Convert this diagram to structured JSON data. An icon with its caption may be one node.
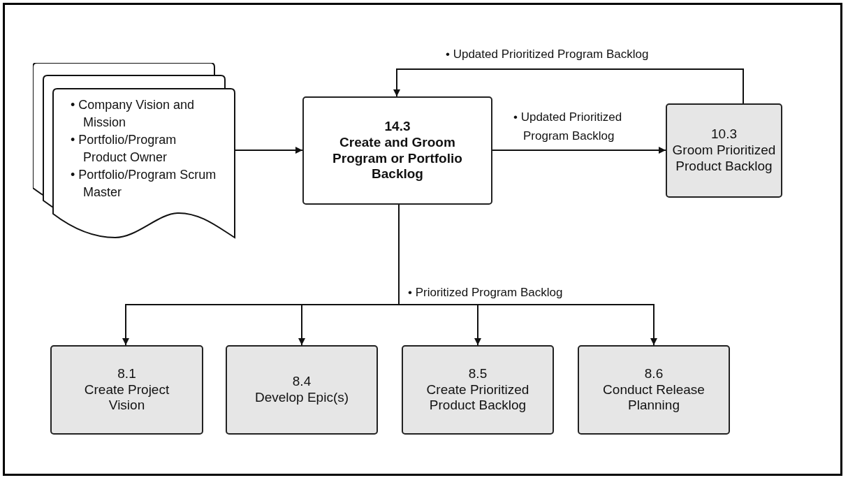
{
  "diagram": {
    "nodes": [
      {
        "text": [
          "• Company Vision and Mission",
          "• Portfolio/Program Product Owner",
          "• Portfolio/Program Scrum Master"
        ]
      },
      {
        "text": [
          "14.3",
          "Create and Groom Program or Portfolio Backlog"
        ]
      },
      {
        "text": [
          "10.3",
          "Groom Prioritized Product Backlog"
        ]
      },
      {
        "text": [
          "8.1",
          "Create Project Vision"
        ]
      },
      {
        "text": [
          "8.4",
          "Develop Epic(s)"
        ]
      },
      {
        "text": [
          "8.5",
          "Create Prioritized Product Backlog"
        ]
      },
      {
        "text": [
          "8.6",
          "Conduct Release Planning"
        ]
      }
    ],
    "edges": [
      {
        "from": 0,
        "to": 1,
        "arrow": "to"
      },
      {
        "from": 1,
        "to": 2,
        "arrow": "to",
        "label": "• Updated Prioritized Program Backlog"
      },
      {
        "from": 2,
        "to": 1,
        "arrow": "to",
        "label": "• Updated Prioritized Program Backlog"
      },
      {
        "from": 1,
        "to": 3,
        "arrow": "to"
      },
      {
        "from": 1,
        "to": 4,
        "arrow": "to"
      },
      {
        "from": 1,
        "to": 5,
        "arrow": "to",
        "label": "• Prioritized Program Backlog"
      },
      {
        "from": 1,
        "to": 6,
        "arrow": "to"
      }
    ]
  }
}
